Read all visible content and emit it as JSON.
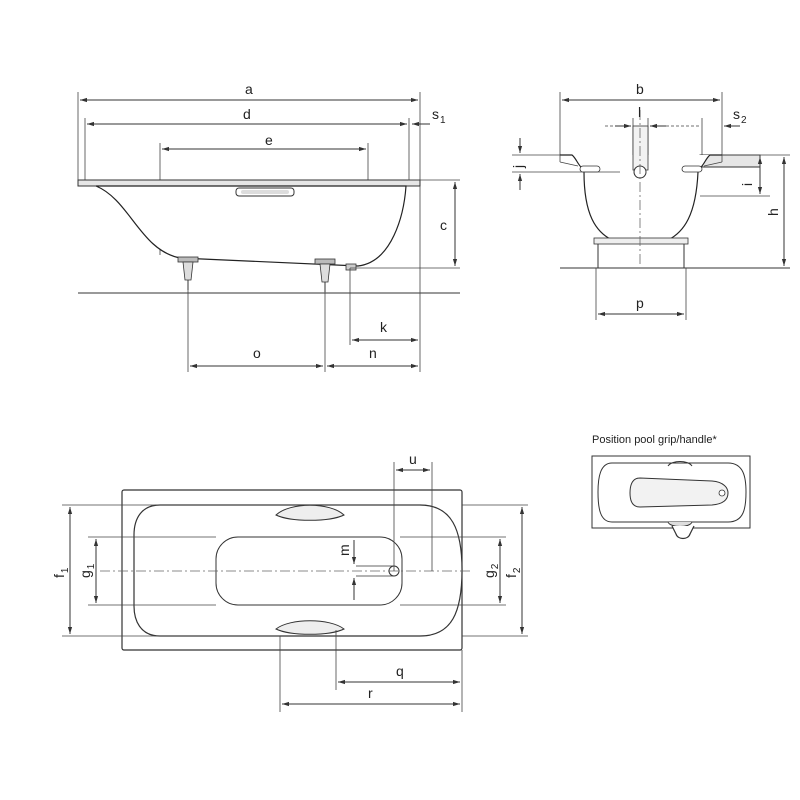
{
  "labels": {
    "a": "a",
    "b": "b",
    "c": "c",
    "d": "d",
    "e": "e",
    "f1": "f",
    "f1_sub": "1",
    "f2": "f",
    "f2_sub": "2",
    "g1": "g",
    "g1_sub": "1",
    "g2": "g",
    "g2_sub": "2",
    "h": "h",
    "i": "i",
    "j": "j",
    "k": "k",
    "l": "l",
    "m": "m",
    "n": "n",
    "o": "o",
    "p": "p",
    "q": "q",
    "r": "r",
    "s1": "s",
    "s1_sub": "1",
    "s2": "s",
    "s2_sub": "2",
    "u": "u"
  },
  "inset_title": "Position pool grip/handle*",
  "colors": {
    "line": "#333333",
    "fill_grey": "#e6e6e6",
    "background": "#ffffff"
  }
}
